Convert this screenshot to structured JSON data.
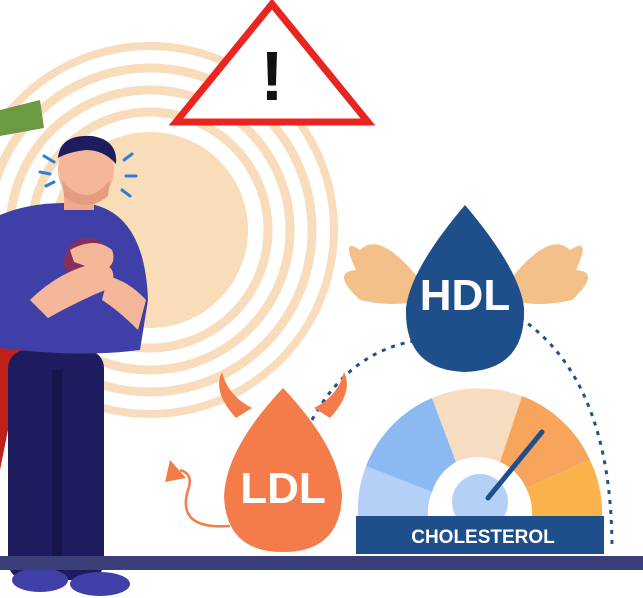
{
  "warning": {
    "symbol": "!"
  },
  "hdl": {
    "label": "HDL"
  },
  "ldl": {
    "label": "LDL"
  },
  "gauge": {
    "label": "CHOLESTEROL",
    "segment_colors": [
      "#b5d0f7",
      "#8cb9f2",
      "#f6dcc0",
      "#f7a55c",
      "#f9b34a"
    ],
    "needle_color": "#1f4f8a"
  },
  "colors": {
    "navy": "#1f4f8a",
    "ldl_orange": "#f47c4a",
    "wing_peach": "#f2c088",
    "ring_peach": "#f8dcbc",
    "shirt": "#3f3fa8",
    "pants": "#1c1c5e",
    "warning_red": "#e8261f",
    "floor": "#3b3f78"
  },
  "icons": [
    "warning-icon",
    "hdl-drop-icon",
    "ldl-drop-icon",
    "cholesterol-gauge-icon",
    "person-figure-icon"
  ]
}
